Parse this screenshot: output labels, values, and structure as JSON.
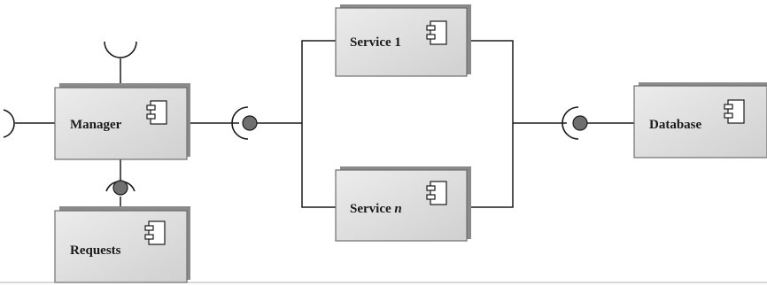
{
  "components": {
    "manager": {
      "label": "Manager"
    },
    "requests": {
      "label": "Requests"
    },
    "service_1": {
      "label": "Service 1"
    },
    "service_n": {
      "label": "Service ",
      "label_italic": "n"
    },
    "database": {
      "label": "Database"
    }
  },
  "icons": {
    "component": "uml-component-icon",
    "provided": "lollipop-ball-icon",
    "required": "socket-half-circle-icon"
  },
  "colors": {
    "box_fill_top": "#e9e9e9",
    "box_fill_bottom": "#d2d2d2",
    "box_shadow": "#8a8a8a",
    "ball": "#6f6f6f",
    "line": "#1a1a1a"
  }
}
